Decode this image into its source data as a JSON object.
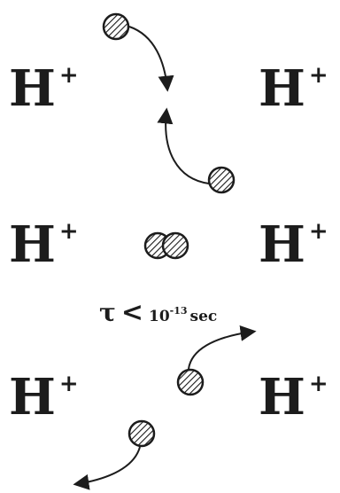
{
  "ion": {
    "symbol": "H",
    "charge": "+"
  },
  "lifetime": {
    "symbol": "τ",
    "operator": "<",
    "base": "10",
    "exponent": "-13",
    "unit": "sec"
  },
  "colors": {
    "ink": "#1c1c1c",
    "background": "#ffffff"
  }
}
